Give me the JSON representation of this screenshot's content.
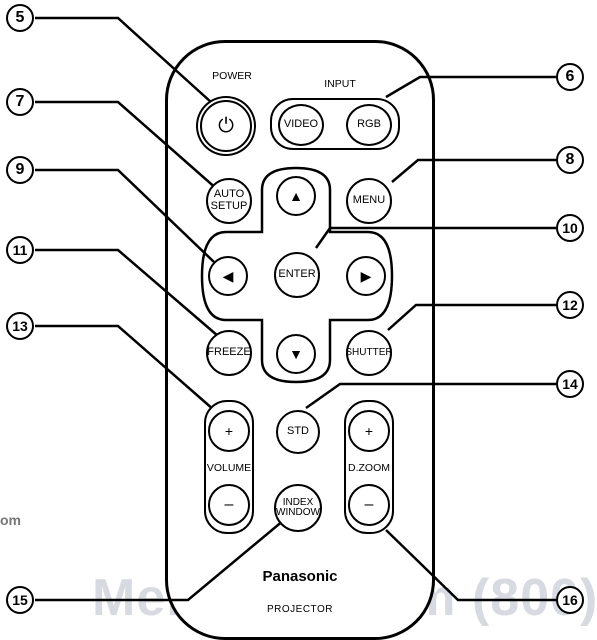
{
  "labels": {
    "power": "POWER",
    "input": "INPUT",
    "video": "VIDEO",
    "rgb": "RGB",
    "auto_setup_line1": "AUTO",
    "auto_setup_line2": "SETUP",
    "menu": "MENU",
    "enter": "ENTER",
    "freeze": "FREEZE",
    "shutter": "SHUTTER",
    "std": "STD",
    "volume": "VOLUME",
    "dzoom": "D.ZOOM",
    "plus": "+",
    "minus": "–",
    "index_line1": "INDEX",
    "index_line2": "WINDOW",
    "brand": "Panasonic",
    "projector": "PROJECTOR"
  },
  "glyphs": {
    "up": "▲",
    "down": "▼",
    "left": "◀",
    "right": "▶",
    "power": "⏻"
  },
  "callouts": {
    "c5": "5",
    "c6": "6",
    "c7": "7",
    "c8": "8",
    "c9": "9",
    "c10": "10",
    "c11": "11",
    "c12": "12",
    "c13": "13",
    "c14": "14",
    "c15": "15",
    "c16": "16"
  },
  "watermark": {
    "main": "Merchant.com (800)",
    "side": "om"
  }
}
